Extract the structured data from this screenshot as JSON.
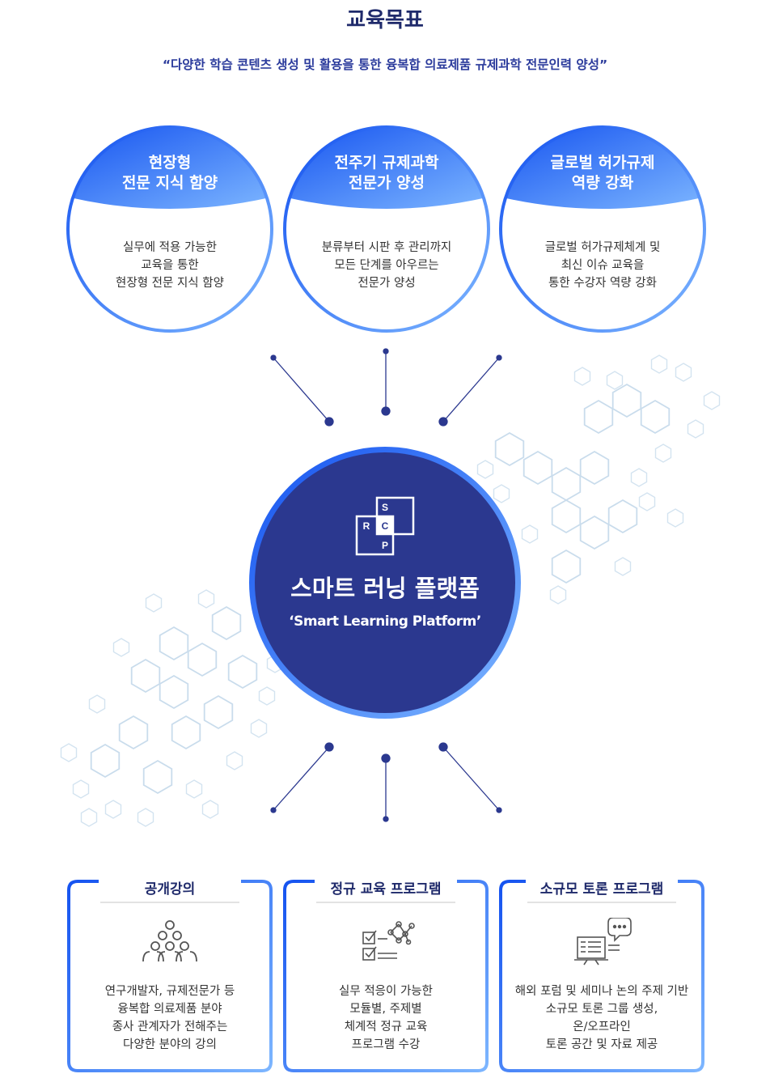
{
  "header": {
    "title": "교육목표",
    "subtitle": "“다양한 학습 콘텐츠 생성 및 활용을 통한 융복합 의료제품 규제과학 전문인력 양성”"
  },
  "goals": [
    {
      "line1": "현장형",
      "line2": "전문 지식 함양",
      "desc1": "실무에 적용 가능한",
      "desc2": "교육을 통한",
      "desc3": "현장형 전문 지식 함양"
    },
    {
      "line1": "전주기 규제과학",
      "line2": "전문가 양성",
      "desc1": "분류부터 시판 후 관리까지",
      "desc2": "모든 단계를 아우르는",
      "desc3": "전문가 양성"
    },
    {
      "line1": "글로벌 허가규제",
      "line2": "역량 강화",
      "desc1": "글로벌 허가규제체계 및",
      "desc2": "최신 이슈 교육을",
      "desc3": "통한 수강자 역량 강화"
    }
  ],
  "hub": {
    "logo_letters": [
      "S",
      "R",
      "C",
      "P"
    ],
    "title": "스마트 러닝 플랫폼",
    "subtitle": "‘Smart Learning Platform’"
  },
  "programs": [
    {
      "title": "공개강의",
      "icon": "people-pyramid-icon",
      "desc1": "연구개발자, 규제전문가 등",
      "desc2": "융복합 의료제품 분야",
      "desc3": "종사 관계자가 전해주는",
      "desc4": "다양한 분야의 강의"
    },
    {
      "title": "정규 교육 프로그램",
      "icon": "checklist-network-icon",
      "desc1": "실무 적응이 가능한",
      "desc2": "모듈별, 주제별",
      "desc3": "체계적 정규 교육",
      "desc4": "프로그램 수강"
    },
    {
      "title": "소규모 토론 프로그램",
      "icon": "discussion-board-icon",
      "desc1": "해외 포럼 및 세미나 논의 주제 기반",
      "desc2": "소규모 토론 그룹 생성,",
      "desc3": "온/오프라인",
      "desc4": "토론 공간 및 자료 제공"
    }
  ],
  "colors": {
    "navy": "#2b388f",
    "blue": "#1a5ef5",
    "light_blue": "#6aa9ff",
    "title_navy": "#1f2a6b",
    "hex_pattern": "#c6d9ea"
  }
}
